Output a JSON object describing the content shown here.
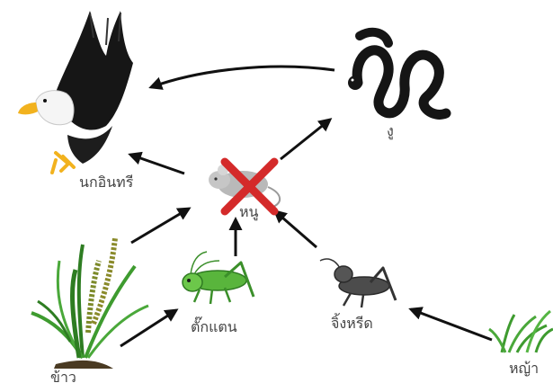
{
  "diagram": {
    "type": "food-web",
    "nodes": {
      "eagle": {
        "label": "นกอินทรี",
        "icon": "eagle-icon"
      },
      "snake": {
        "label": "งู",
        "icon": "snake-icon"
      },
      "mouse": {
        "label": "หนู",
        "icon": "mouse-icon",
        "removed": true
      },
      "grasshopper": {
        "label": "ตั๊กแตน",
        "icon": "grasshopper-icon"
      },
      "cricket": {
        "label": "จิ้งหรีด",
        "icon": "cricket-icon"
      },
      "rice": {
        "label": "ข้าว",
        "icon": "rice-plant-icon"
      },
      "grass": {
        "label": "หญ้า",
        "icon": "grass-icon"
      }
    },
    "edges": [
      {
        "from": "snake",
        "to": "eagle"
      },
      {
        "from": "mouse",
        "to": "eagle"
      },
      {
        "from": "mouse",
        "to": "snake"
      },
      {
        "from": "rice",
        "to": "mouse"
      },
      {
        "from": "grasshopper",
        "to": "mouse"
      },
      {
        "from": "cricket",
        "to": "mouse"
      },
      {
        "from": "rice",
        "to": "grasshopper"
      },
      {
        "from": "grass",
        "to": "cricket"
      }
    ],
    "colors": {
      "arrow": "#111111",
      "cross": "#d42a2a",
      "plant": "#3e9b2f",
      "label": "#444444"
    }
  }
}
